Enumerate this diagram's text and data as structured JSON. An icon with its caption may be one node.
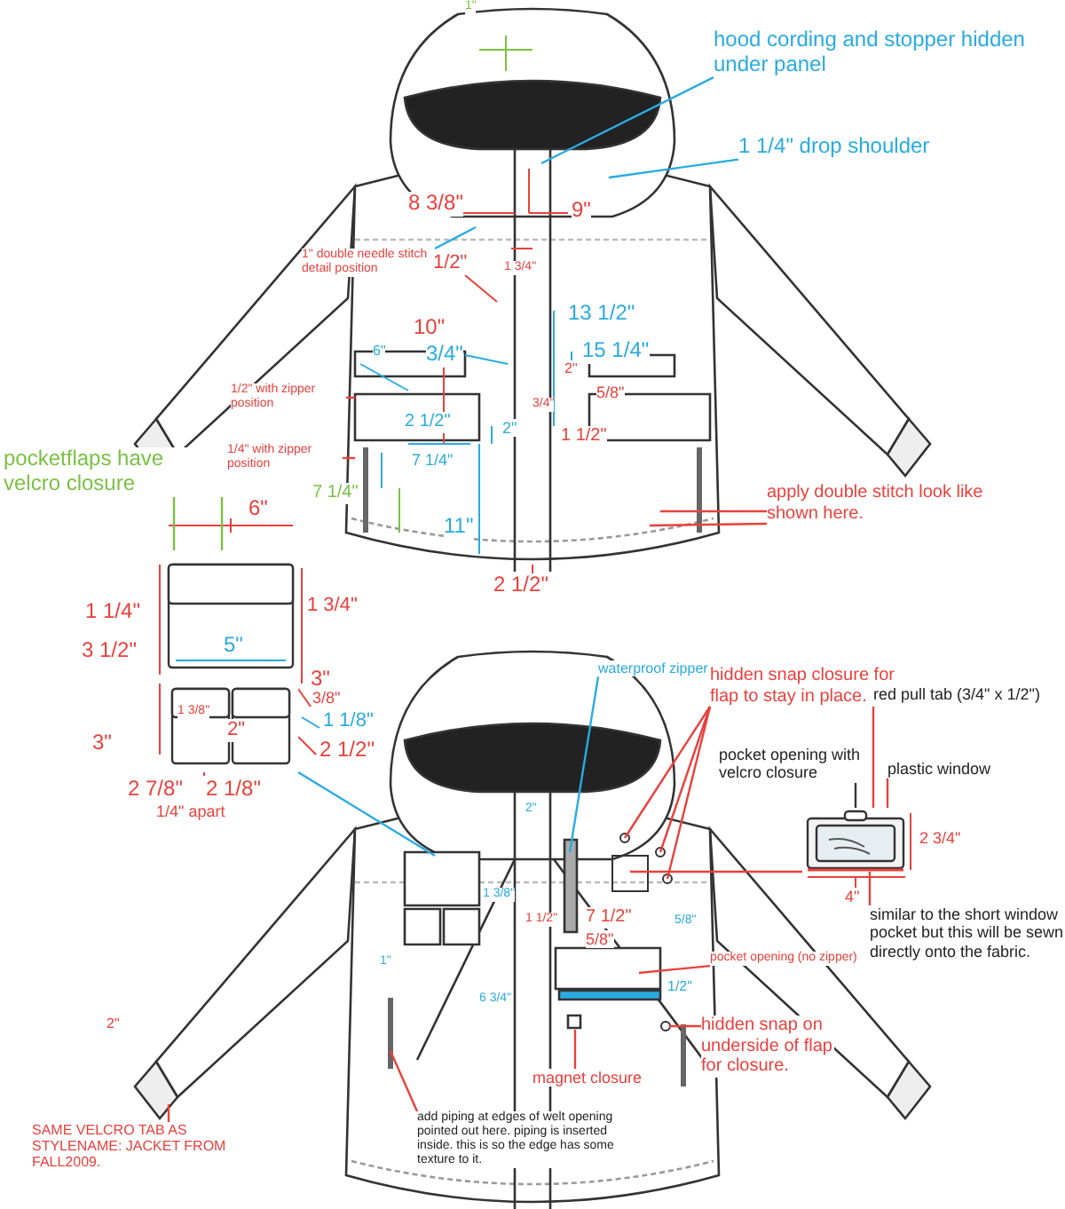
{
  "diagram": {
    "nodes": [
      {
        "text": [
          "hood cording and stopper hidden under panel"
        ]
      },
      {
        "text": [
          "1 1/4\" drop shoulder"
        ]
      },
      {
        "text": [
          "1\" double needle stitch detail position"
        ]
      },
      {
        "text": [
          "1/2\" with zipper position"
        ]
      },
      {
        "text": [
          "1/4\" with zipper position"
        ]
      },
      {
        "text": [
          "apply double stitch look like shown here."
        ]
      },
      {
        "text": [
          "pocketflaps have velcro closure"
        ]
      },
      {
        "text": [],
        "shape": "picture"
      },
      {
        "text": [
          "waterproof zipper"
        ]
      },
      {
        "text": [
          "hidden snap closure for flap to stay in place."
        ]
      },
      {
        "text": [
          "red pull tab (3/4\" x 1/2\")"
        ]
      },
      {
        "text": [
          "pocket opening with velcro closure"
        ]
      },
      {
        "text": [
          "plastic window"
        ]
      },
      {
        "text": [],
        "shape": "picture"
      },
      {
        "text": [
          "similar to the short window pocket but this will be sewn directly onto the fabric."
        ]
      },
      {
        "text": [
          "pocket opening (no zipper)"
        ]
      },
      {
        "text": [
          "hidden snap on underside of flap for closure."
        ]
      },
      {
        "text": [
          "magnet closure"
        ]
      },
      {
        "text": [
          "add piping at edges of welt opening pointed out here. piping is inserted inside. this is so the edge has some texture to it."
        ]
      },
      {
        "text": [
          "SAME VELCRO TAB AS STYLENAME: JACKET FROM FALL2009."
        ]
      }
    ],
    "edges": [
      {
        "from": 0,
        "to": null,
        "arrow": "none",
        "color": "#29abe2"
      },
      {
        "from": 1,
        "to": null,
        "arrow": "none",
        "color": "#29abe2"
      },
      {
        "from": 2,
        "to": null,
        "arrow": "none",
        "color": "#29abe2"
      },
      {
        "from": 3,
        "to": null,
        "arrow": "none"
      },
      {
        "from": 4,
        "to": null,
        "arrow": "none"
      },
      {
        "from": 5,
        "to": null,
        "arrow": "none"
      },
      {
        "from": 5,
        "to": null,
        "arrow": "none"
      },
      {
        "from": 6,
        "to": 7,
        "arrow": "none",
        "color": "#7ac143"
      },
      {
        "from": 6,
        "to": 7,
        "arrow": "none",
        "color": "#7ac143"
      },
      {
        "from": 7,
        "to": null,
        "arrow": "none",
        "color": "#29abe2"
      },
      {
        "from": 8,
        "to": null,
        "arrow": "none",
        "color": "#29abe2"
      },
      {
        "from": 9,
        "to": null,
        "arrow": "none"
      },
      {
        "from": 9,
        "to": null,
        "arrow": "none"
      },
      {
        "from": 9,
        "to": null,
        "arrow": "none"
      },
      {
        "from": 10,
        "to": 13,
        "arrow": "none"
      },
      {
        "from": 11,
        "to": 13,
        "arrow": "none",
        "color": "#333333"
      },
      {
        "from": 12,
        "to": 13,
        "arrow": "none"
      },
      {
        "from": 13,
        "to": null,
        "arrow": "none"
      },
      {
        "from": 14,
        "to": 13,
        "arrow": "none"
      },
      {
        "from": 15,
        "to": null,
        "arrow": "none"
      },
      {
        "from": 16,
        "to": null,
        "arrow": "none"
      },
      {
        "from": 17,
        "to": null,
        "arrow": "none"
      },
      {
        "from": 18,
        "to": null,
        "arrow": "none"
      },
      {
        "from": 19,
        "to": null,
        "arrow": "none"
      }
    ],
    "labels": [
      "1\"",
      "8 3/8\"",
      "9\"",
      "1 3/4\"",
      "1/2\"",
      "10\"",
      "13 1/2\"",
      "3/4\"",
      "15 1/4\"",
      "6\"",
      "2\"",
      "5/8\"",
      "3/4\"",
      "2 1/2\"",
      "2\"",
      "1 1/2\"",
      "7 1/4\"",
      "7 1/4\"",
      "11\"",
      "2 1/2\"",
      "6\"",
      "1 1/4\"",
      "1 3/4\"",
      "3 1/2\"",
      "5\"",
      "3\"",
      "3/8\"",
      "1 3/8\"",
      "1 1/8\"",
      "3\"",
      "2\"",
      "2 1/2\"",
      "2 7/8\"",
      "2 1/8\"",
      "1/4\" apart",
      "2\"",
      "1 1/2\"",
      "1 3/8\"",
      "5/8\"",
      "7 1/2\"",
      "5/8\"",
      "2 3/4\"",
      "4\"",
      "1\"",
      "1/2\"",
      "6 3/4\"",
      "2\""
    ]
  }
}
